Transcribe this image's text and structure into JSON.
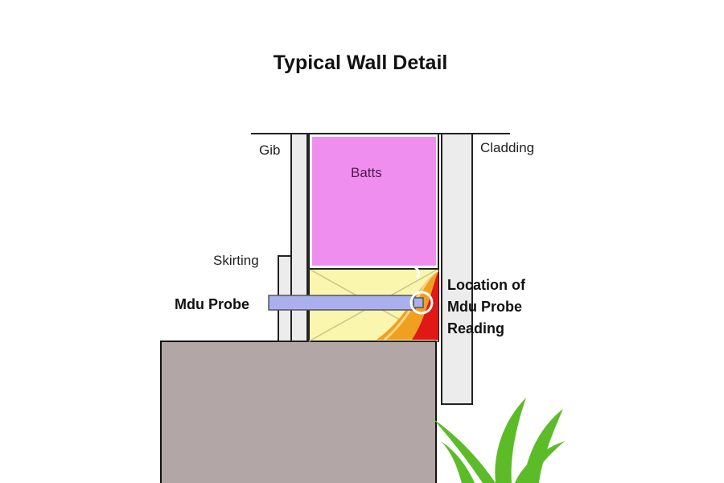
{
  "title": "Typical Wall Detail",
  "labels": {
    "gib": "Gib",
    "cladding": "Cladding",
    "batts": "Batts",
    "skirting": "Skirting",
    "probe": "Mdu Probe",
    "location_line1": "Location of",
    "location_line2": "Mdu Probe",
    "location_line3": "Reading"
  },
  "colors": {
    "batts": "#f08ef0",
    "plate": "#fbf6ae",
    "concrete": "#b3a6a6",
    "probe": "#aab0ee",
    "moisture_high": "#e01818",
    "moisture_mid": "#f0a020",
    "cladding": "#ececec",
    "grass": "#5cbc28"
  }
}
